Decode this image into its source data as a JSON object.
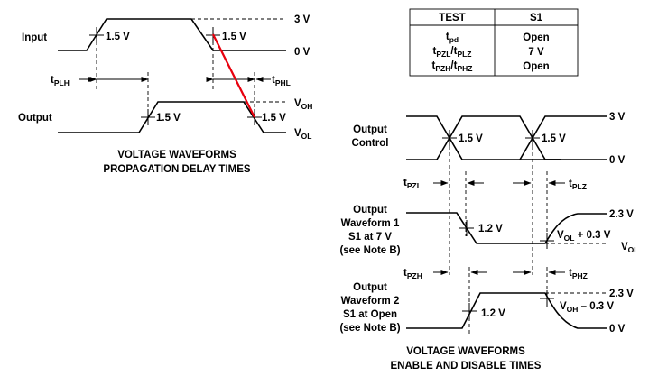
{
  "propagation": {
    "input_label": "Input",
    "output_label": "Output",
    "v15": "1.5 V",
    "v3": "3 V",
    "v0": "0 V",
    "voh": "V",
    "voh_sub": "OH",
    "vol": "V",
    "vol_sub": "OL",
    "tplh": "t",
    "tplh_sub": "PLH",
    "tphl": "t",
    "tphl_sub": "PHL",
    "title_line1": "VOLTAGE WAVEFORMS",
    "title_line2": "PROPAGATION DELAY TIMES",
    "highlight_color": "#e8000d"
  },
  "table": {
    "headers": [
      "TEST",
      "S1"
    ],
    "rows": [
      {
        "t": "t",
        "tsub": "pd",
        "s1": "Open"
      },
      {
        "t1": "t",
        "t1sub": "PZL",
        "slash": "/",
        "t2": "t",
        "t2sub": "PLZ",
        "s1": "7 V"
      },
      {
        "t1": "t",
        "t1sub": "PZH",
        "slash": "/",
        "t2": "t",
        "t2sub": "PHZ",
        "s1": "Open"
      }
    ]
  },
  "enable": {
    "oc_line1": "Output",
    "oc_line2": "Control",
    "w1_line1": "Output",
    "w1_line2": "Waveform 1",
    "w1_line3": "S1 at 7 V",
    "w1_line4": "(see Note B)",
    "w2_line1": "Output",
    "w2_line2": "Waveform 2",
    "w2_line3": "S1 at Open",
    "w2_line4": "(see Note B)",
    "v15": "1.5 V",
    "v12": "1.2 V",
    "v3": "3 V",
    "v0": "0 V",
    "v23": "2.3 V",
    "vol": "V",
    "vol_sub": "OL",
    "vol_plus_tail": " + 0.3 V",
    "voh": "V",
    "voh_sub": "OH",
    "voh_minus_tail": " – 0.3 V",
    "tpzl": "t",
    "tpzl_sub": "PZL",
    "tplz": "t",
    "tplz_sub": "PLZ",
    "tpzh": "t",
    "tpzh_sub": "PZH",
    "tphz": "t",
    "tphz_sub": "PHZ",
    "title_line1": "VOLTAGE WAVEFORMS",
    "title_line2": "ENABLE AND DISABLE TIMES"
  }
}
